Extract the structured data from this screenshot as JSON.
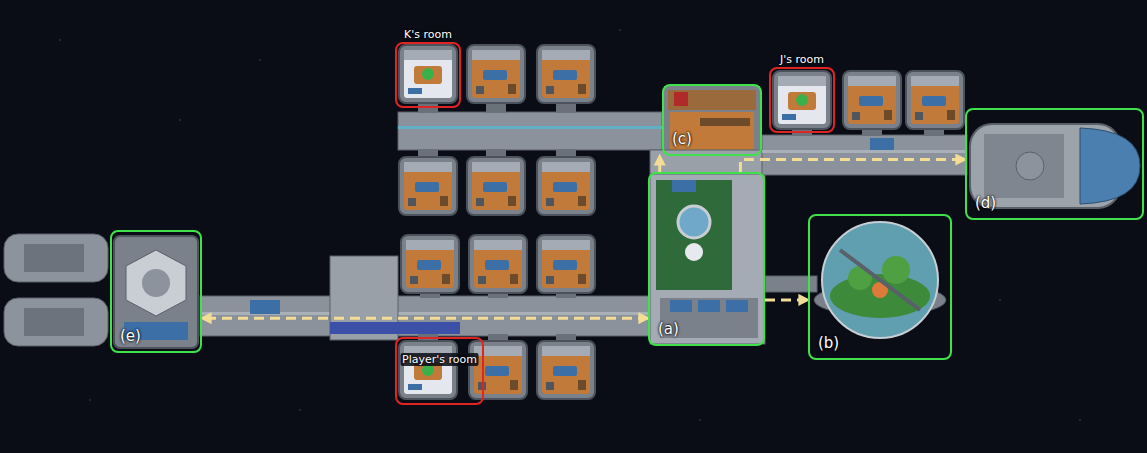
{
  "diagram": {
    "nodes": [
      {
        "text": [
          "K's room"
        ]
      },
      {
        "text": [
          "(c)"
        ]
      },
      {
        "text": [
          "J's room"
        ]
      },
      {
        "text": [
          "(d)"
        ]
      },
      {
        "text": [
          "(e)"
        ]
      },
      {
        "text": [
          "(a)"
        ]
      },
      {
        "text": [
          "(b)"
        ]
      },
      {
        "text": [
          "Player's room"
        ]
      }
    ],
    "edges": [
      {
        "from": 5,
        "to": 4,
        "arrow": "both"
      },
      {
        "from": 5,
        "to": 6,
        "arrow": "to"
      },
      {
        "from": 5,
        "to": 1,
        "arrow": "to"
      },
      {
        "from": 5,
        "to": 3,
        "arrow": "to"
      }
    ]
  }
}
